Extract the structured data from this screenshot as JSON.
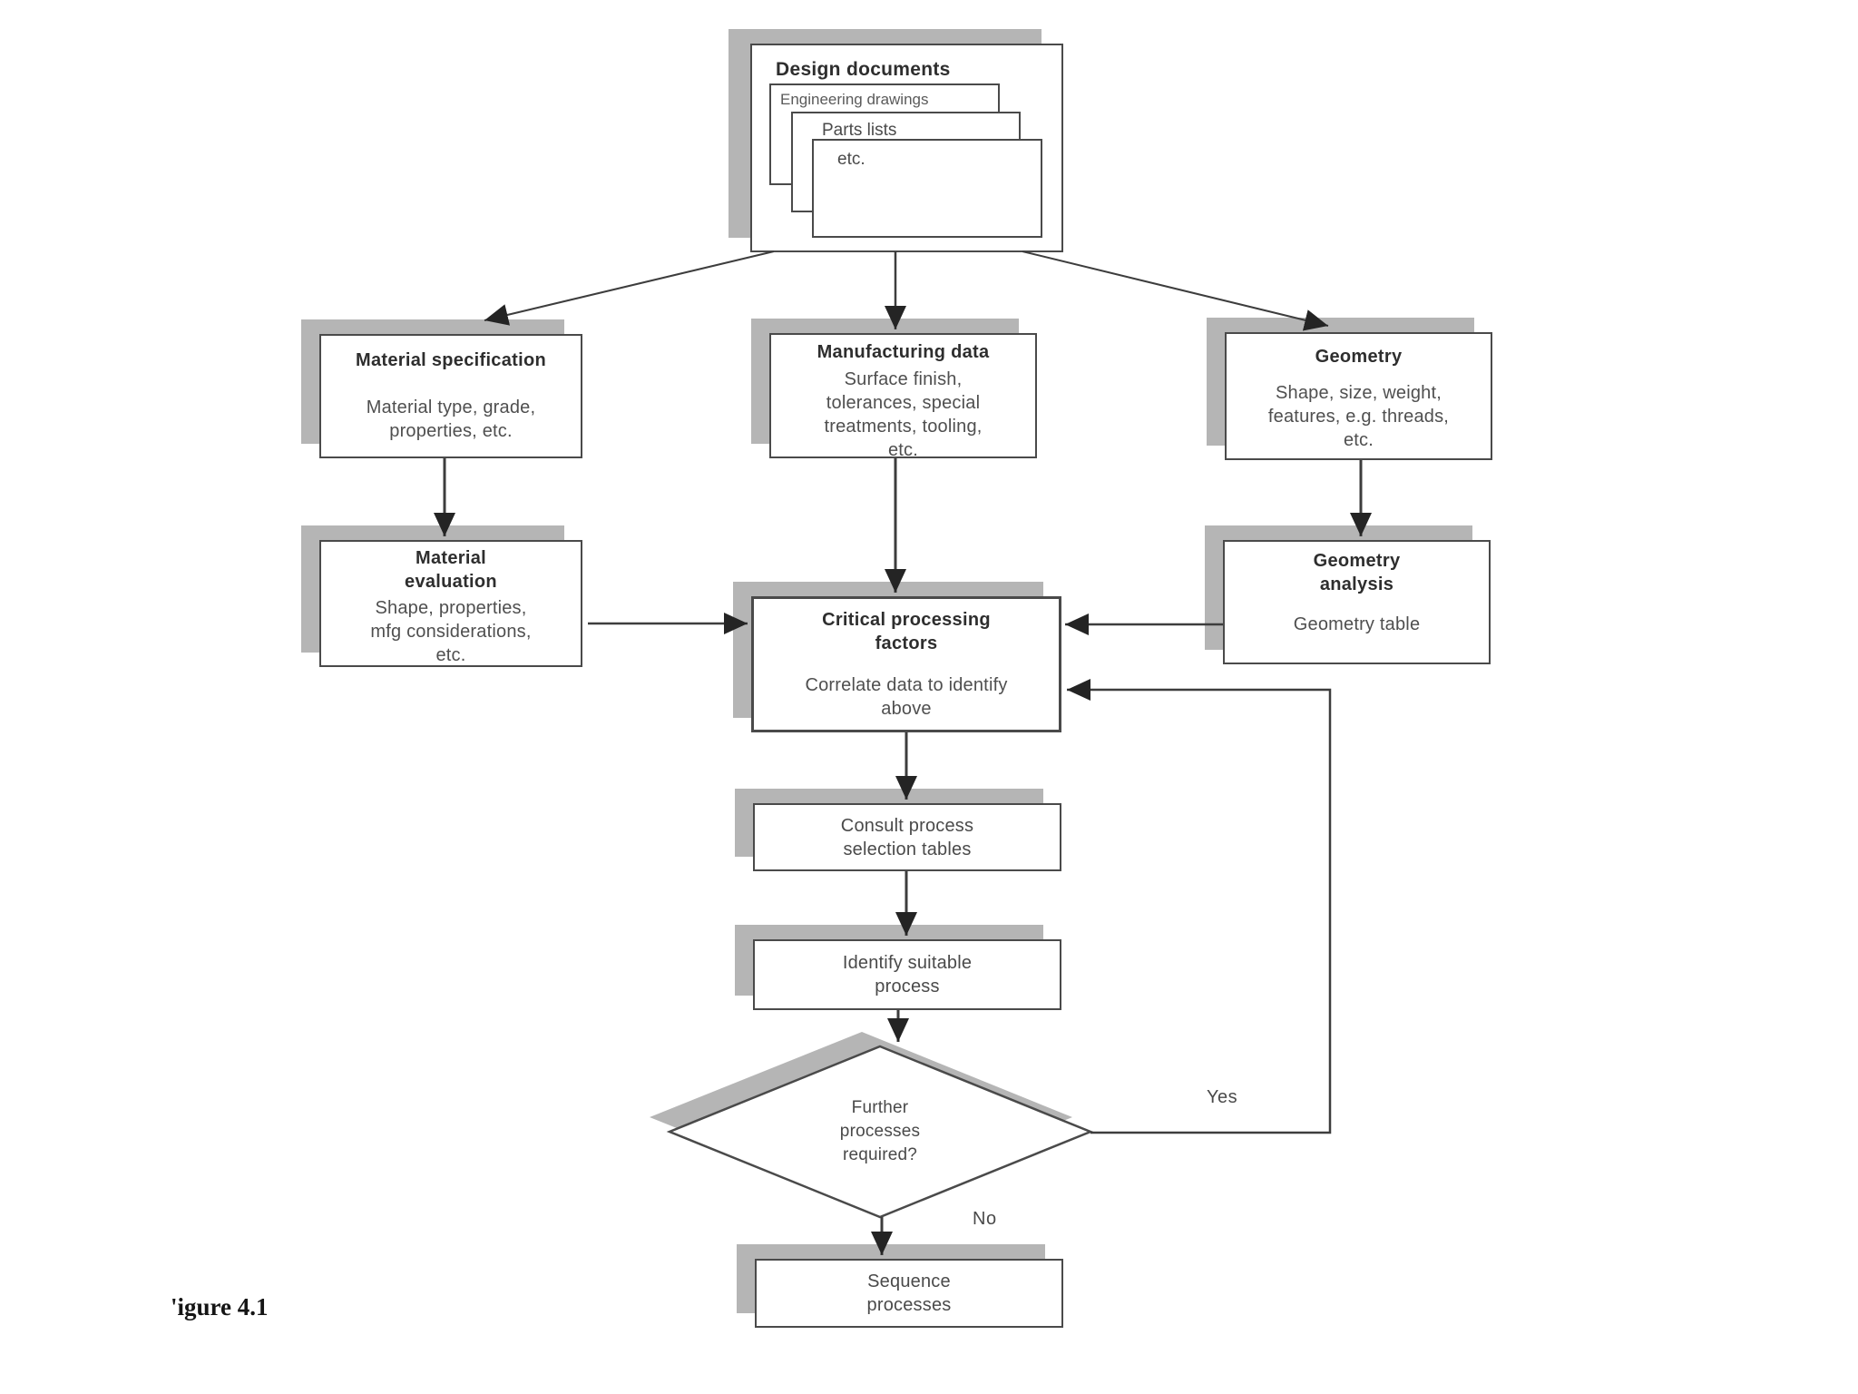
{
  "figure_label": "'igure 4.1",
  "edge_labels": {
    "yes": "Yes",
    "no": "No"
  },
  "colors": {
    "background": "#ffffff",
    "box_border": "#4a4a4a",
    "box_shadow": "#b5b5b5",
    "connector_line": "#3d3d3d",
    "arrowhead": "#242424",
    "title_text": "#2e2e2e",
    "body_text": "#4f4f4f"
  },
  "nodes": {
    "design_documents": {
      "title": "Design documents",
      "stack": [
        "Engineering drawings",
        "Parts lists",
        "etc."
      ]
    },
    "material_specification": {
      "title_lines": [
        "Material specification"
      ],
      "body_lines": [
        "Material type, grade,",
        "properties, etc."
      ]
    },
    "manufacturing_data": {
      "title_lines": [
        "Manufacturing data"
      ],
      "body_lines": [
        "Surface finish,",
        "tolerances, special",
        "treatments, tooling,",
        "etc."
      ]
    },
    "geometry": {
      "title_lines": [
        "Geometry"
      ],
      "body_lines": [
        "Shape, size, weight,",
        "features, e.g. threads,",
        "etc."
      ]
    },
    "material_evaluation": {
      "title_lines": [
        "Material",
        "evaluation"
      ],
      "body_lines": [
        "Shape, properties,",
        "mfg considerations,",
        "etc."
      ]
    },
    "geometry_analysis": {
      "title_lines": [
        "Geometry",
        "analysis"
      ],
      "body_lines": [
        "Geometry table"
      ]
    },
    "critical_processing_factors": {
      "title_lines": [
        "Critical processing",
        "factors"
      ],
      "body_lines": [
        "Correlate data to identify",
        "above"
      ]
    },
    "consult_process_selection_tables": {
      "lines": [
        "Consult process",
        "selection tables"
      ]
    },
    "identify_suitable_process": {
      "lines": [
        "Identify suitable",
        "process"
      ]
    },
    "further_processes_decision": {
      "lines": [
        "Further",
        "processes",
        "required?"
      ]
    },
    "sequence_processes": {
      "lines": [
        "Sequence",
        "processes"
      ]
    }
  }
}
